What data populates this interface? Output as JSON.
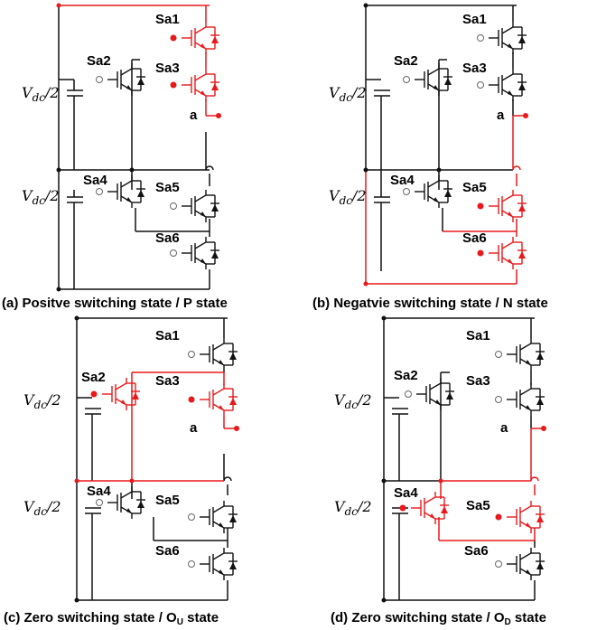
{
  "colors": {
    "active": "#e8191b",
    "inactive": "#111111",
    "background": "#ffffff"
  },
  "labels": {
    "sa1": "Sa1",
    "sa2": "Sa2",
    "sa3": "Sa3",
    "sa4": "Sa4",
    "sa5": "Sa5",
    "sa6": "Sa6",
    "node_a": "a",
    "vdc_main": "V",
    "vdc_sub": "dc",
    "vdc_rest": "/2"
  },
  "panels": [
    {
      "id": "a",
      "caption": "(a) Positve switching state / P state",
      "active": [
        "Sa1",
        "Sa3"
      ]
    },
    {
      "id": "b",
      "caption": "(b) Negatvie switching state / N state",
      "active": [
        "Sa5",
        "Sa6"
      ]
    },
    {
      "id": "c",
      "caption_main": "(c) Zero switching state / O",
      "caption_sub": "U",
      "caption_end": " state",
      "active": [
        "Sa2",
        "Sa3"
      ]
    },
    {
      "id": "d",
      "caption_main": "(d) Zero switching state / O",
      "caption_sub": "D",
      "caption_end": " state",
      "active": [
        "Sa4",
        "Sa5"
      ]
    }
  ]
}
